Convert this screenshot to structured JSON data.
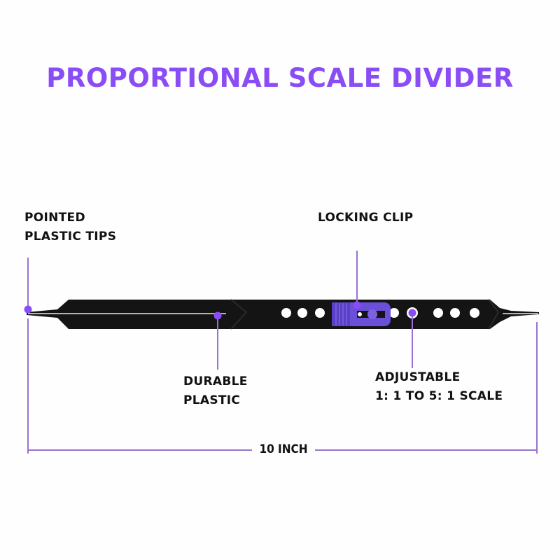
{
  "title": "PROPORTIONAL SCALE DIVIDER",
  "colors": {
    "accent": "#8a4cf5",
    "line": "#9a72d0",
    "tool_body": "#111111",
    "clip": "#6b4fd8",
    "text": "#111111",
    "background": "#fefefe"
  },
  "callouts": {
    "tips": {
      "line1": "POINTED",
      "line2": "PLASTIC TIPS"
    },
    "clip": {
      "line1": "LOCKING CLIP"
    },
    "body": {
      "line1": "DURABLE",
      "line2": "PLASTIC"
    },
    "scale": {
      "line1": "ADJUSTABLE",
      "line2": "1:  1 TO 5:  1 SCALE"
    }
  },
  "dimension": {
    "label": "10 INCH"
  },
  "tool": {
    "hole_count_left": 3,
    "hole_count_right": 6
  }
}
